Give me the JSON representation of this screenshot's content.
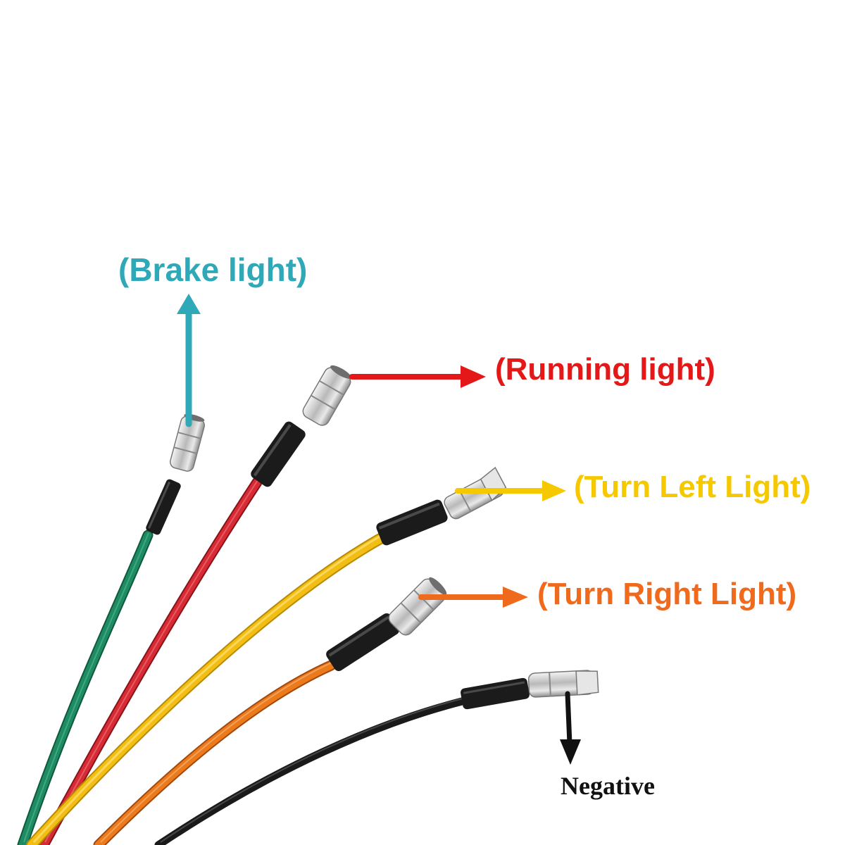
{
  "labels": {
    "brake": "(Brake light)",
    "running": "(Running light)",
    "turn_left": "(Turn Left Light)",
    "turn_right": "(Turn Right Light)",
    "negative": "Negative"
  },
  "colors": {
    "background": "#ffffff",
    "brake": "#2fa9b8",
    "running": "#e41818",
    "turn_left": "#f5c800",
    "turn_right": "#f06a1e",
    "negative": "#111111",
    "wire_green": "#1f8a63",
    "wire_red": "#d62b34",
    "wire_yellow": "#f2be14",
    "wire_orange": "#ea7a1c",
    "wire_black": "#1a1a1a",
    "sleeve": "#1b1b1b",
    "terminal": "#c8c8c8"
  }
}
